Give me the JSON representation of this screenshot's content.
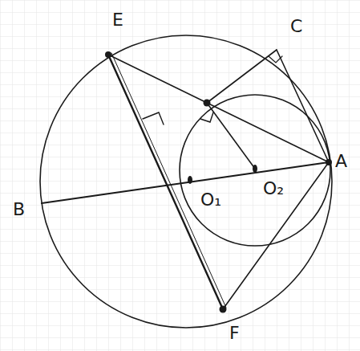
{
  "diagram": {
    "labels": [
      "E",
      "C",
      "B",
      "O₁",
      "O₂",
      "A",
      "F"
    ]
  }
}
